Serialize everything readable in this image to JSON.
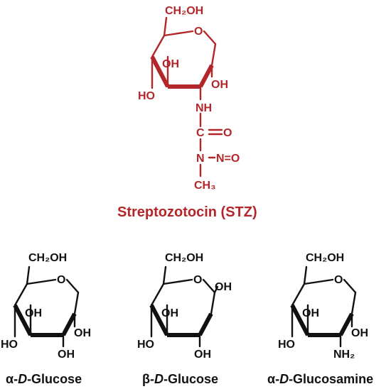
{
  "stz": {
    "ch2oh": "CH₂OH",
    "ring_o": "O",
    "oh_c4": "OH",
    "oh_c3": "HO",
    "oh_c1": "OH",
    "nh": "NH",
    "c": "C",
    "o_carbonyl": "O",
    "n": "N",
    "no": "N=O",
    "ch3": "CH₃",
    "name": "Streptozotocin (STZ)"
  },
  "glucose_alpha": {
    "ch2oh": "CH₂OH",
    "ring_o": "O",
    "oh_c4": "OH",
    "oh_c3": "HO",
    "oh_c1": "OH",
    "oh_c2": "OH",
    "name_prefix": "α-",
    "name_italic": "D",
    "name_suffix": "-Glucose"
  },
  "glucose_beta": {
    "ch2oh": "CH₂OH",
    "ring_o": "O",
    "oh_c4": "OH",
    "oh_c3": "HO",
    "oh_c1": "OH",
    "oh_c2": "OH",
    "name_prefix": "β-",
    "name_italic": "D",
    "name_suffix": "-Glucose"
  },
  "glucosamine_alpha": {
    "ch2oh": "CH₂OH",
    "ring_o": "O",
    "oh_c4": "OH",
    "oh_c3": "HO",
    "oh_c1": "OH",
    "nh2": "NH₂",
    "name_prefix": "α-",
    "name_italic": "D",
    "name_suffix": "-Glucosamine"
  },
  "colors": {
    "stz": "#b3262a",
    "others": "#111111"
  }
}
